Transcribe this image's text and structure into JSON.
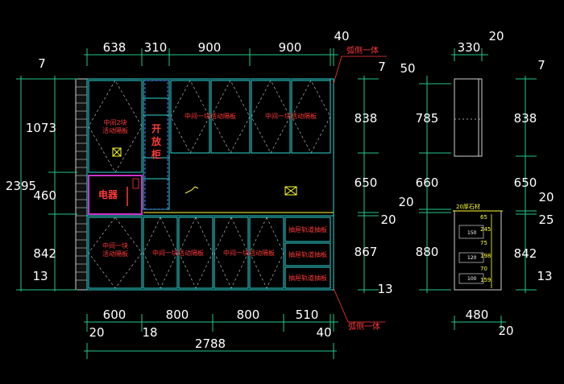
{
  "colors": {
    "background": "#000000",
    "dimension": "#22c98a",
    "cabinet": "#2fd6d6",
    "label": "#ff3a3a",
    "appliance": "#cc33cc",
    "drawer_values": "#ffff33"
  },
  "front_top_dims": [
    "638",
    "310",
    "900",
    "900",
    "40"
  ],
  "front_bottom_dims": [
    "600",
    "800",
    "800",
    "510",
    "40"
  ],
  "front_bottom_small": [
    "20",
    "18"
  ],
  "front_total": "2788",
  "front_left_dims": [
    "7",
    "1073",
    "2395",
    "460",
    "842",
    "13"
  ],
  "front_right_dims": [
    "7",
    "838",
    "650",
    "20",
    "867",
    "13"
  ],
  "right_dims_2": [
    "50",
    "785",
    "660",
    "20",
    "880"
  ],
  "side_top_dims": [
    "330",
    "20"
  ],
  "side_right_dims": [
    "7",
    "838",
    "650",
    "20",
    "25",
    "842",
    "13"
  ],
  "side_bottom_dims": [
    "480",
    "20"
  ],
  "notes": {
    "top": "弧侧一体",
    "bottom": "弧侧一体"
  },
  "labels": {
    "upper_left_panel": "中间2块\n活动隔板",
    "upper_panel": "中间一块活动隔板",
    "open_cab": [
      "开",
      "放",
      "柜"
    ],
    "appliance": "电器",
    "lower_left_panel": "中间一块\n活动隔板",
    "lower_panel": "中间一块活动隔板",
    "drawer": "抽屉轨道抽板",
    "stone": "20厚石材"
  },
  "drawer_dims": [
    "65",
    "245",
    "75",
    "198",
    "70",
    "159"
  ],
  "drawer_boxes": [
    "150",
    "120",
    "100"
  ]
}
